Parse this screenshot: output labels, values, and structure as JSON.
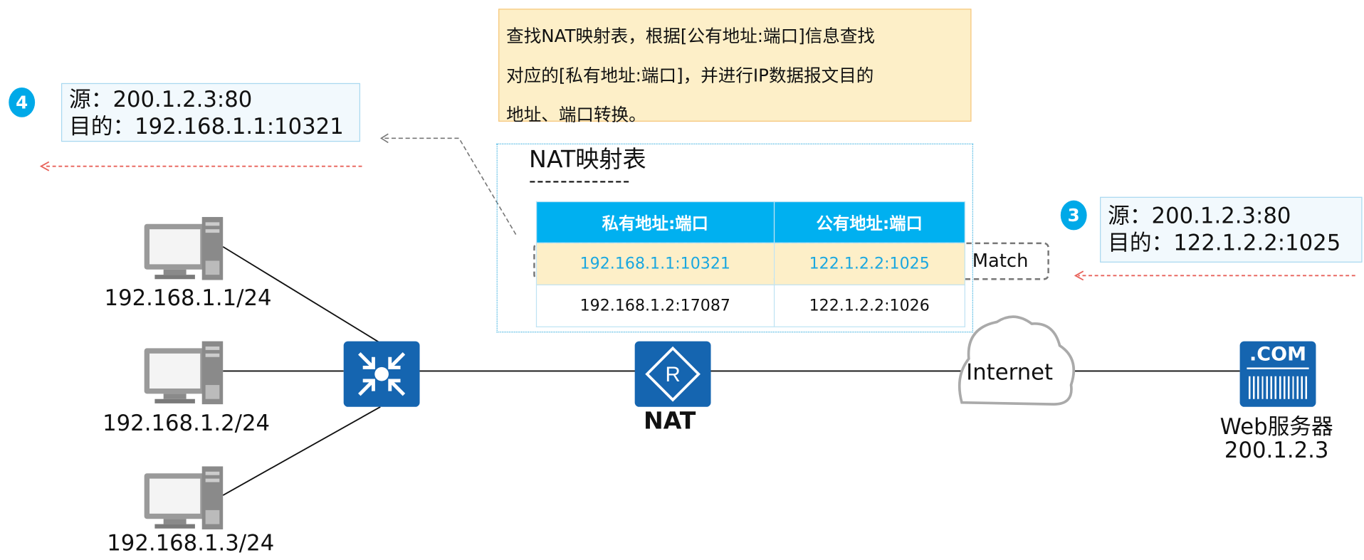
{
  "note": {
    "lines": [
      "查找NAT映射表，根据[公有地址:端口]信息查找",
      "对应的[私有地址:端口]，并进行IP数据报文目的",
      "地址、端口转换。"
    ]
  },
  "step4": {
    "badge": "4",
    "src": "源：200.1.2.3:80",
    "dst": "目的：192.168.1.1:10321"
  },
  "step3": {
    "badge": "3",
    "src": "源：200.1.2.3:80",
    "dst": "目的：122.1.2.2:1025"
  },
  "nat_table": {
    "title": "NAT映射表",
    "divider": "-------------",
    "headers": [
      "私有地址:端口",
      "公有地址:端口"
    ],
    "rows": [
      [
        "192.168.1.1:10321",
        "122.1.2.2:1025"
      ],
      [
        "192.168.1.2:17087",
        "122.1.2.2:1026"
      ]
    ],
    "match_label": "Match"
  },
  "hosts": [
    "192.168.1.1/24",
    "192.168.1.2/24",
    "192.168.1.3/24"
  ],
  "nat_label": "NAT",
  "internet_label": "Internet",
  "server": {
    "icon_text": ".COM",
    "name": "Web服务器",
    "ip": "200.1.2.3"
  },
  "colors": {
    "accent": "#00b0f0",
    "device": "#1565b0",
    "note_bg": "#fdefc8",
    "arrow": "#e8625a"
  }
}
